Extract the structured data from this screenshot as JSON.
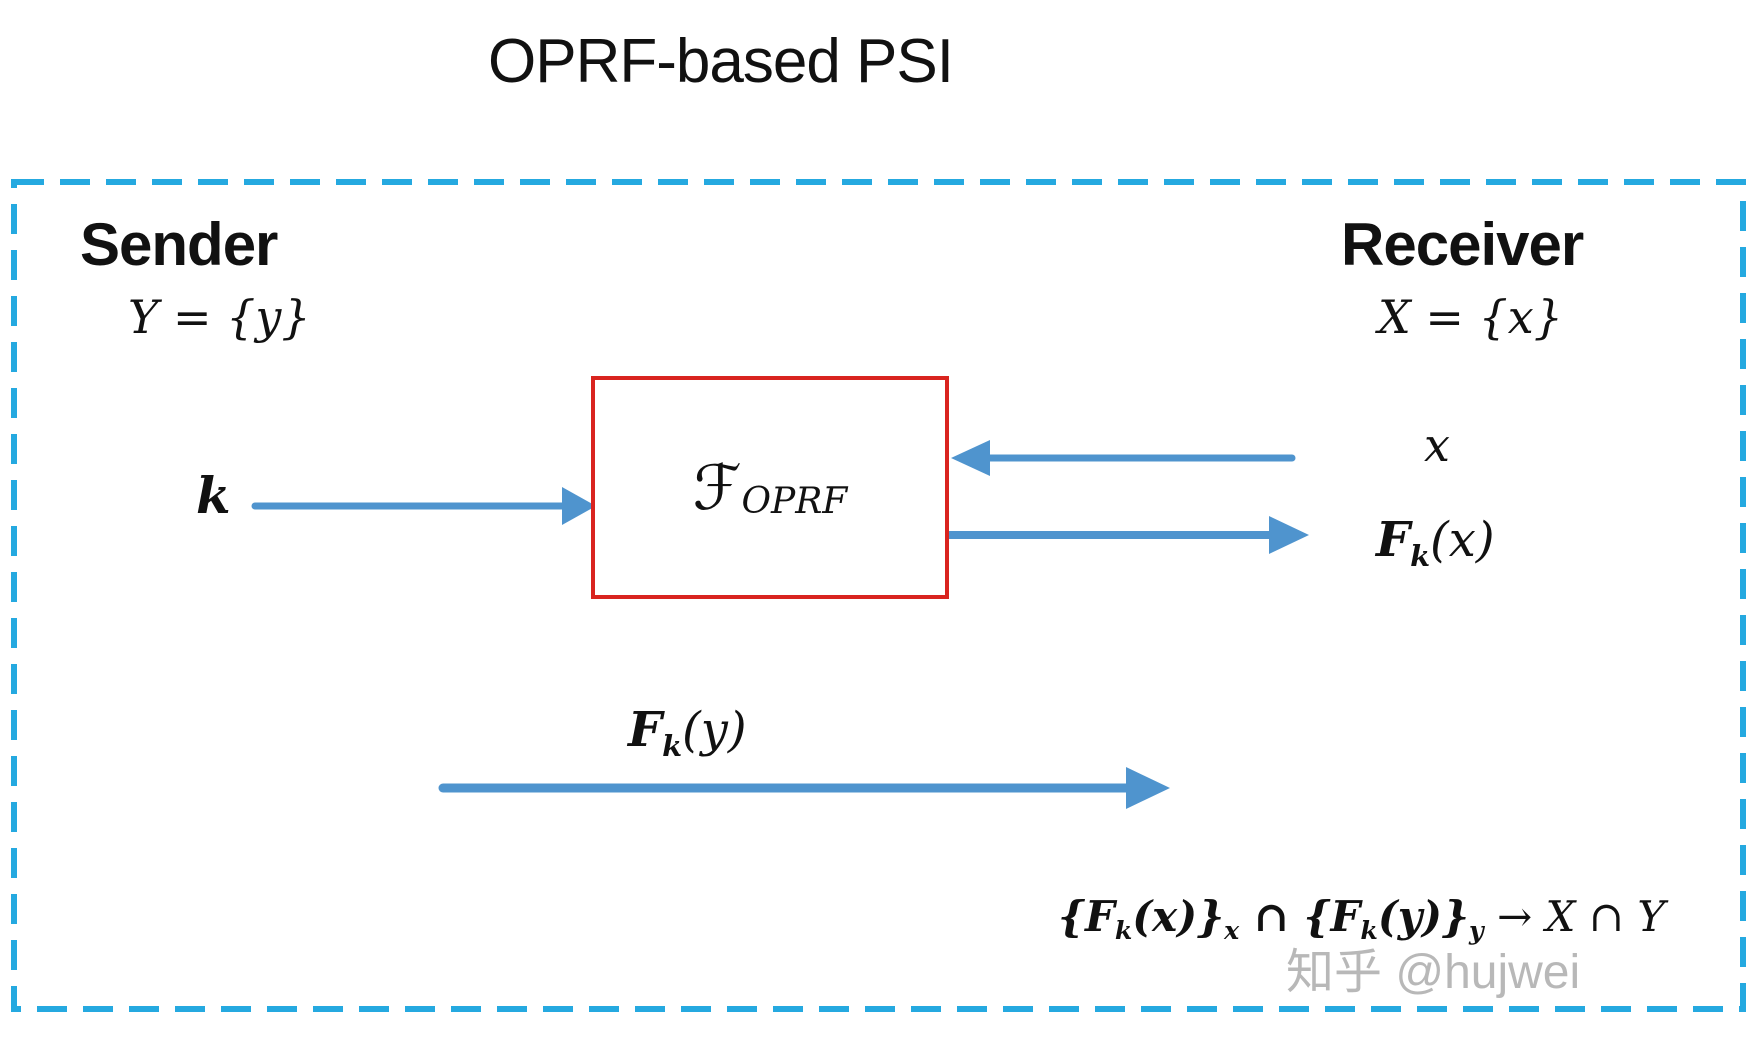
{
  "title": "OPRF-based PSI",
  "colors": {
    "border_blue": "#25a9e0",
    "arrow_blue": "#4f94ce",
    "box_red": "#d9241f",
    "ink": "#111111",
    "watermark_gray": "#b8b8b8"
  },
  "sender": {
    "label": "Sender",
    "set": "Y = {y}",
    "key": "k"
  },
  "receiver": {
    "label": "Receiver",
    "set": "X = {x}",
    "input": "x"
  },
  "functionality": {
    "symbol": "ℱ",
    "subscript": "OPRF"
  },
  "messages": {
    "fkx": {
      "f": "F",
      "sub": "k",
      "arg": "(x)"
    },
    "fky": {
      "f": "F",
      "sub": "k",
      "arg": "(y)"
    }
  },
  "result": {
    "s1": "{F",
    "s2": "k",
    "s3": "(x)}",
    "s4": "x",
    "s5": " ∩ {F",
    "s6": "k",
    "s7": "(y)}",
    "s8": "y",
    "s9": " → X ∩ Y"
  },
  "watermark": "知乎 @hujwei"
}
